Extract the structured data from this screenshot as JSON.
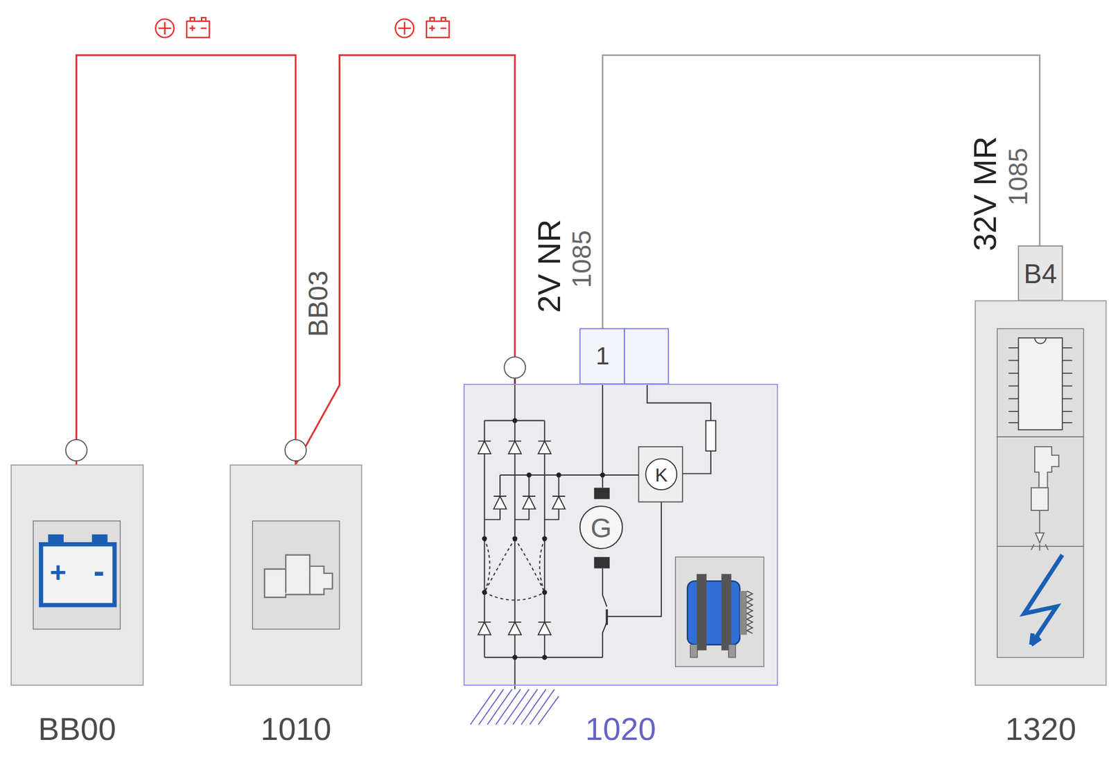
{
  "diagram": {
    "nodes": [
      {
        "text": [
          "BB00"
        ]
      },
      {
        "text": [
          "1010"
        ]
      },
      {
        "text": [
          "1020"
        ]
      },
      {
        "text": [
          "1320"
        ]
      }
    ],
    "edges": [
      {
        "from": 0,
        "to": 1,
        "arrow": "none"
      },
      {
        "from": 1,
        "to": 2,
        "arrow": "none",
        "label": "BB03"
      },
      {
        "from": 2,
        "to": 3,
        "arrow": "none"
      }
    ],
    "labels": [
      "2V NR",
      "1085",
      "32V MR",
      "1085",
      "1",
      "B4",
      "G",
      "K",
      "+",
      "-"
    ]
  }
}
